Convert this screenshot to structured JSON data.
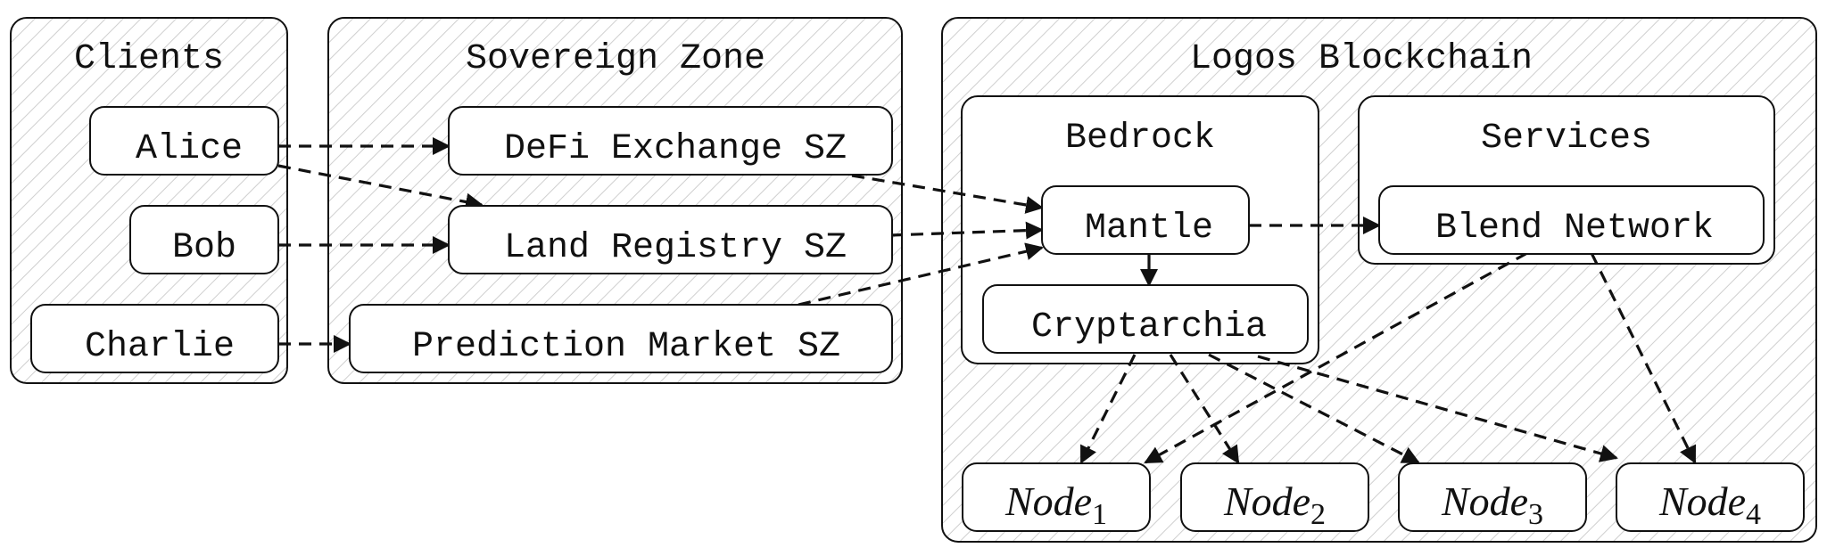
{
  "groups": {
    "clients": "Clients",
    "sovereign_zone": "Sovereign Zone",
    "logos_blockchain": "Logos Blockchain",
    "bedrock": "Bedrock",
    "services": "Services"
  },
  "nodes": {
    "alice": "Alice",
    "bob": "Bob",
    "charlie": "Charlie",
    "defi": "DeFi Exchange SZ",
    "land": "Land Registry SZ",
    "prediction": "Prediction Market SZ",
    "mantle": "Mantle",
    "cryptarchia": "Cryptarchia",
    "blend": "Blend Network",
    "node_base": "Node",
    "node1_sub": "1",
    "node2_sub": "2",
    "node3_sub": "3",
    "node4_sub": "4"
  },
  "colors": {
    "stroke": "#111111",
    "background": "#ffffff",
    "hatch": "#c8c8c8"
  }
}
